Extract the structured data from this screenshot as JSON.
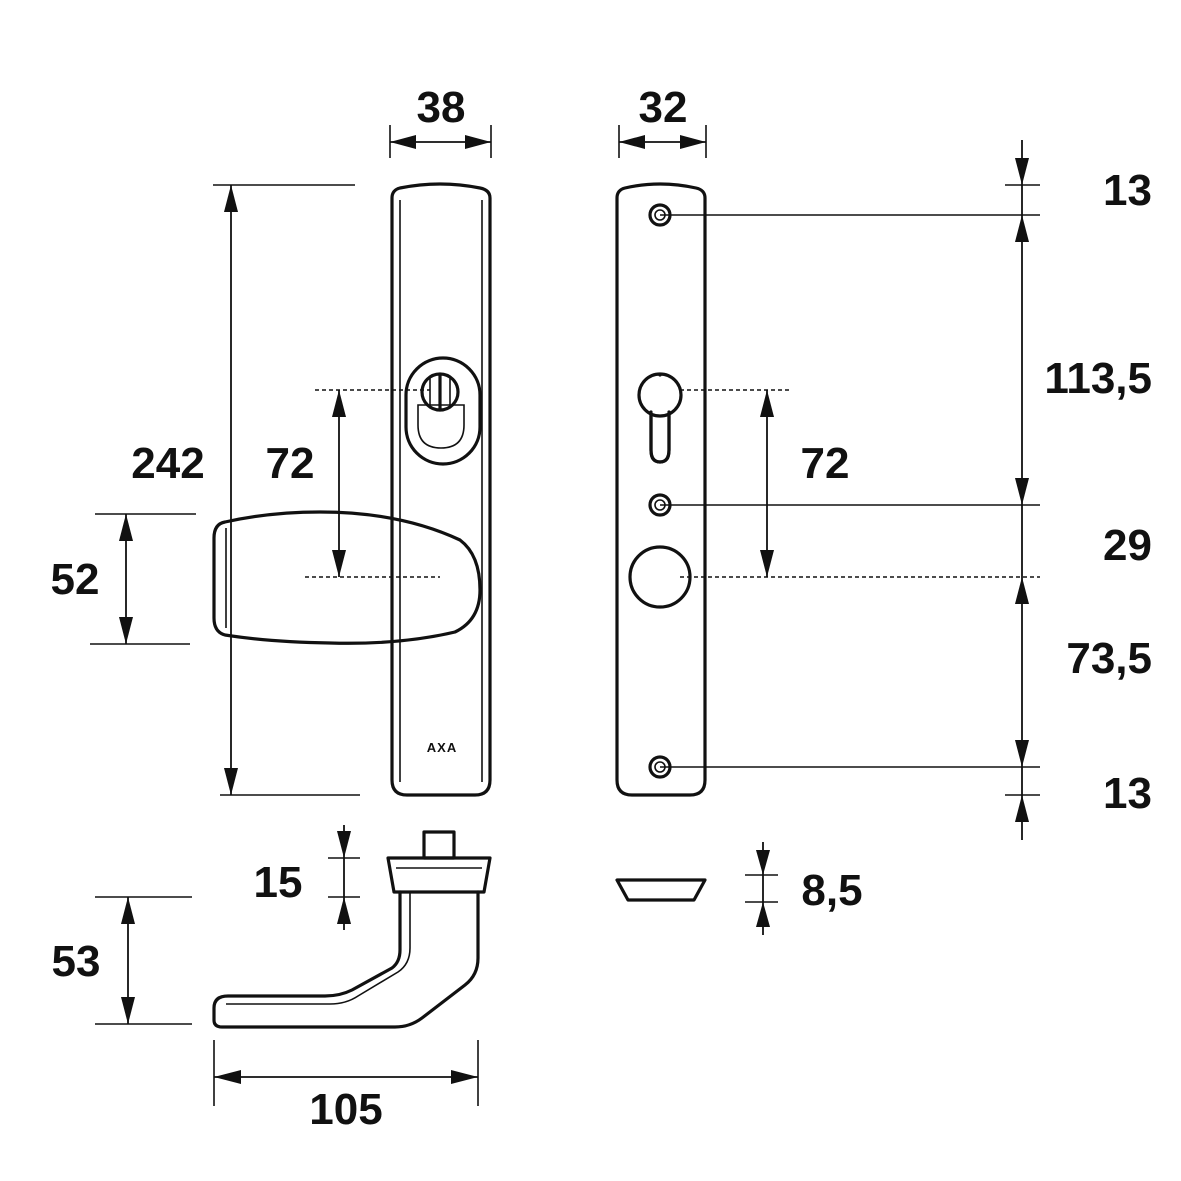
{
  "brand": "AXA",
  "dimensions": {
    "width_front": "38",
    "width_rear": "32",
    "height_total": "242",
    "distance_front": "72",
    "distance_rear": "72",
    "handle_height": "52",
    "top_offset": "13",
    "screw_to_screw_upper": "113,5",
    "screw_to_spindle": "29",
    "spindle_to_screw": "73,5",
    "bottom_offset": "13",
    "rose_thickness": "15",
    "lever_height": "53",
    "lever_projection": "105",
    "rear_plate_thickness": "8,5"
  }
}
